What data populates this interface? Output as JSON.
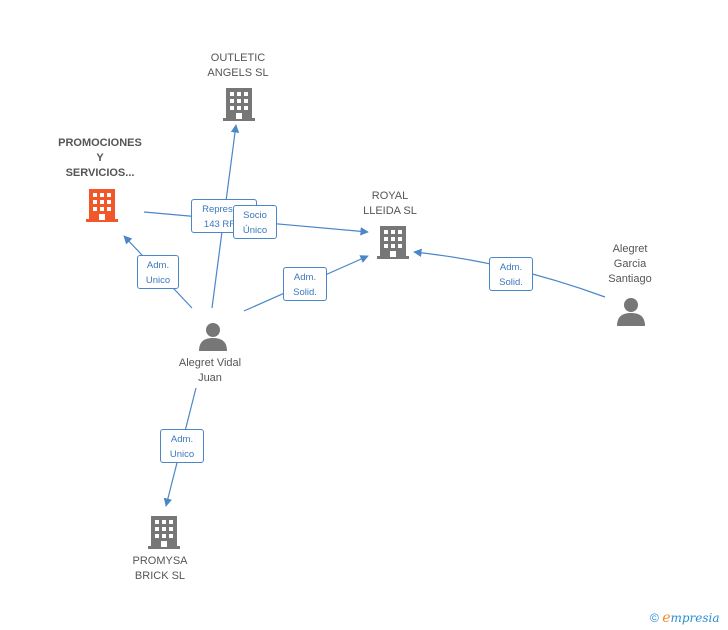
{
  "colors": {
    "edge": "#4a86c8",
    "node": "#777777",
    "focus": "#f0582a",
    "brand": "#2a8fd0",
    "brand_accent": "#f08a24"
  },
  "nodes": {
    "promociones": {
      "lines": [
        "PROMOCIONES",
        "Y",
        "SERVICIOS..."
      ],
      "icon": "building-icon",
      "focus": true
    },
    "outletic": {
      "lines": [
        "OUTLETIC",
        "ANGELS SL"
      ],
      "icon": "building-icon"
    },
    "royal": {
      "lines": [
        "ROYAL",
        "LLEIDA SL"
      ],
      "icon": "building-icon"
    },
    "alegret_garcia": {
      "lines": [
        "Alegret",
        "Garcia",
        "Santiago"
      ],
      "icon": "person-icon"
    },
    "alegret_vidal": {
      "lines": [
        "Alegret Vidal",
        "Juan"
      ],
      "icon": "person-icon"
    },
    "promysa": {
      "lines": [
        "PROMYSA",
        "BRICK SL"
      ],
      "icon": "building-icon"
    }
  },
  "edges": {
    "represent": {
      "lines": [
        "Represe...",
        "143 RR..."
      ]
    },
    "socio_unico": {
      "lines": [
        "Socio",
        "Único"
      ]
    },
    "adm_unico_promo": {
      "lines": [
        "Adm.",
        "Unico"
      ]
    },
    "adm_solid_royal": {
      "lines": [
        "Adm.",
        "Solid."
      ]
    },
    "adm_solid_garcia": {
      "lines": [
        "Adm.",
        "Solid."
      ]
    },
    "adm_unico_promysa": {
      "lines": [
        "Adm.",
        "Unico"
      ]
    }
  },
  "footer": {
    "copyright": "©",
    "brand_initial": "e",
    "brand_rest": "mpresia"
  }
}
